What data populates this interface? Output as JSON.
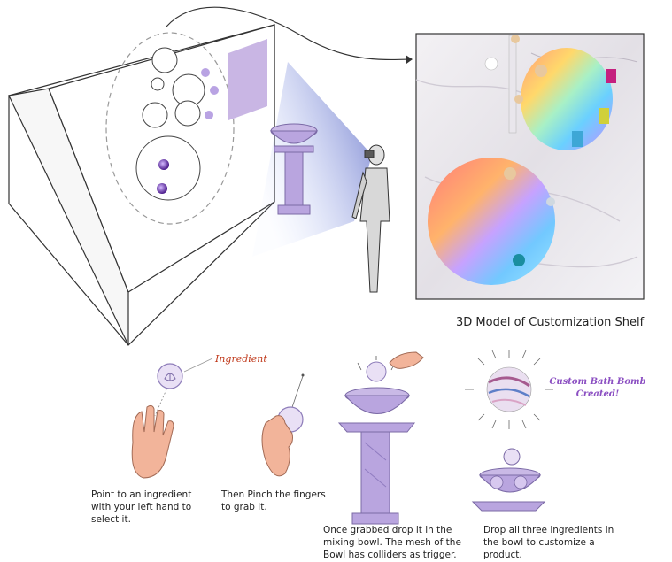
{
  "model_title": "3D Model of Customization Shelf",
  "ingredient_label": "Ingredient",
  "created_label": "Custom Bath Bomb\nCreated!",
  "steps": [
    {
      "caption": "Point to an ingredient\nwith your  left hand to\nselect it."
    },
    {
      "caption": "Then Pinch the fingers\nto grab it."
    },
    {
      "caption": "Once grabbed drop it in the\nmixing bowl. The mesh of the\nBowl has colliders as trigger."
    },
    {
      "caption": "Drop all three ingredients in\nthe bowl to customize a\nproduct."
    }
  ],
  "colors": {
    "accent_purple": "#b7a3d9",
    "label_red": "#c0391b",
    "created_purple": "#8b4fc2"
  }
}
